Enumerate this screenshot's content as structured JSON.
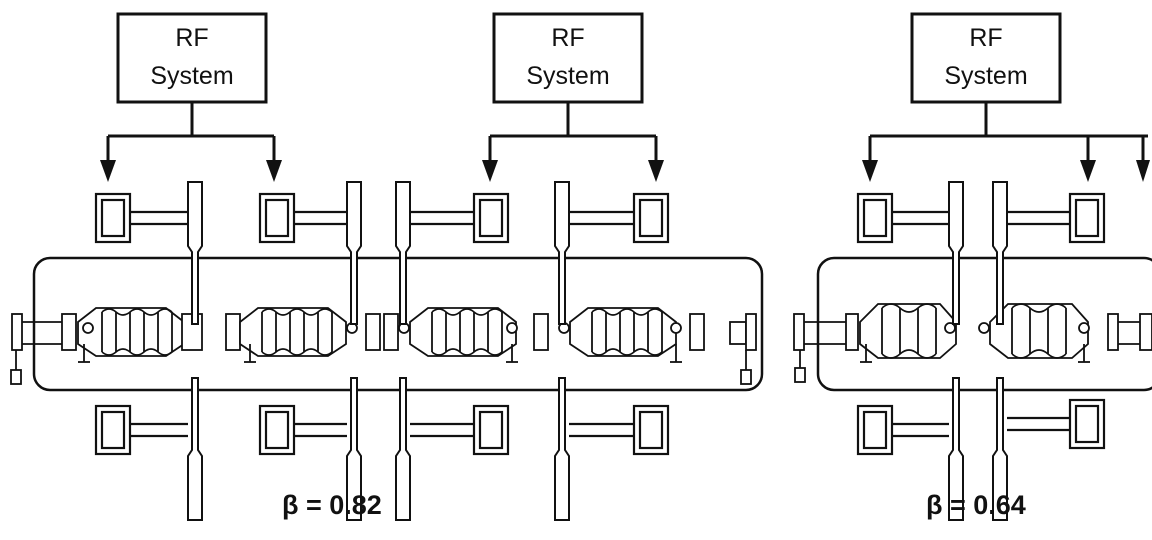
{
  "rf_label_line1": "RF",
  "rf_label_line2": "System",
  "modules": [
    {
      "beta_label": "β = 0.82",
      "cavity_count": 4,
      "rf_system_count": 2
    },
    {
      "beta_label": "β = 0.64",
      "cavity_count": 2,
      "rf_system_count": 1
    }
  ]
}
